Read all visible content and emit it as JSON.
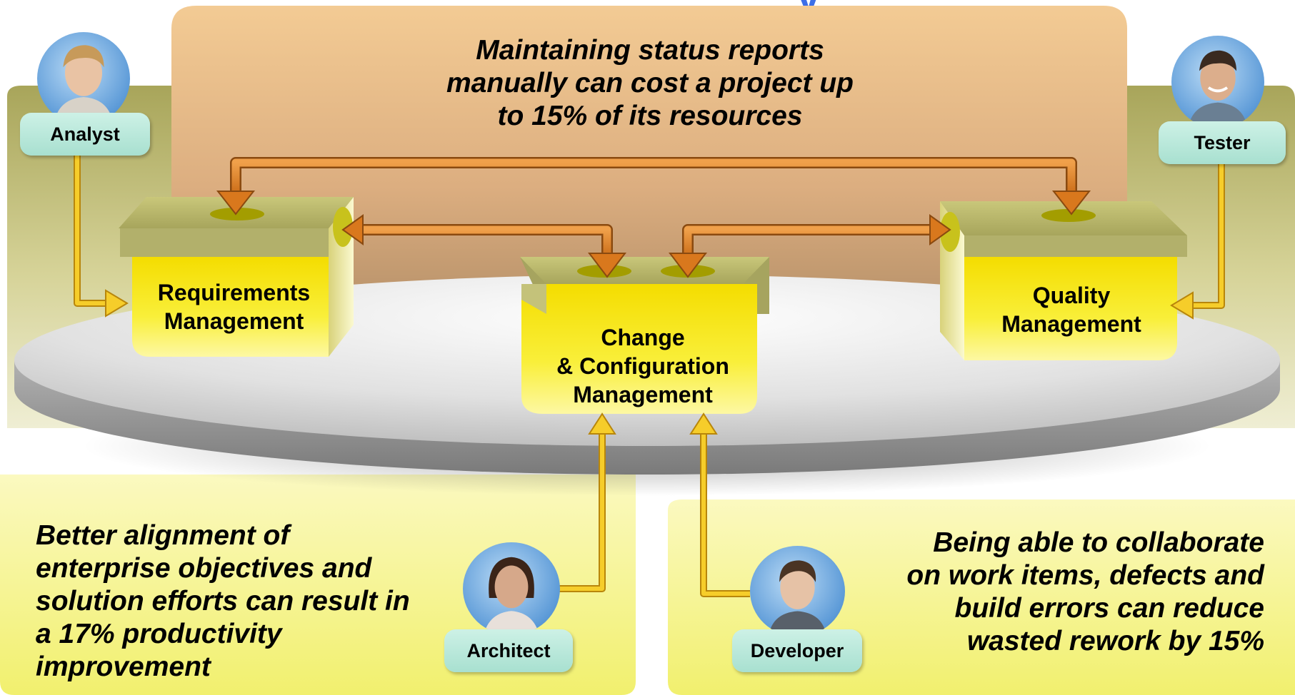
{
  "title": "... ... ... ... ... ... ... ...y ...",
  "quotes": {
    "top": [
      "Maintaining status reports",
      "manually can cost a project up",
      "to 15% of its resources"
    ],
    "bottom_left": [
      "Better alignment of",
      "enterprise objectives and",
      "solution efforts can result in",
      "a 17% productivity",
      "improvement"
    ],
    "bottom_right": [
      "Being able to collaborate",
      "on work items, defects and",
      "build errors can reduce",
      "wasted rework by 15%"
    ]
  },
  "boxes": {
    "requirements": [
      "Requirements",
      "Management"
    ],
    "change": [
      "Change",
      "& Configuration",
      "Management"
    ],
    "quality": [
      "Quality",
      "Management"
    ]
  },
  "roles": {
    "analyst": "Analyst",
    "tester": "Tester",
    "architect": "Architect",
    "developer": "Developer"
  },
  "colors": {
    "title_blue": "#3d6fe8",
    "box_yellow": "#f5e100",
    "arrow_orange": "#d9781d",
    "arrow_gold": "#f2c318",
    "role_tag": "#bfeadc"
  }
}
